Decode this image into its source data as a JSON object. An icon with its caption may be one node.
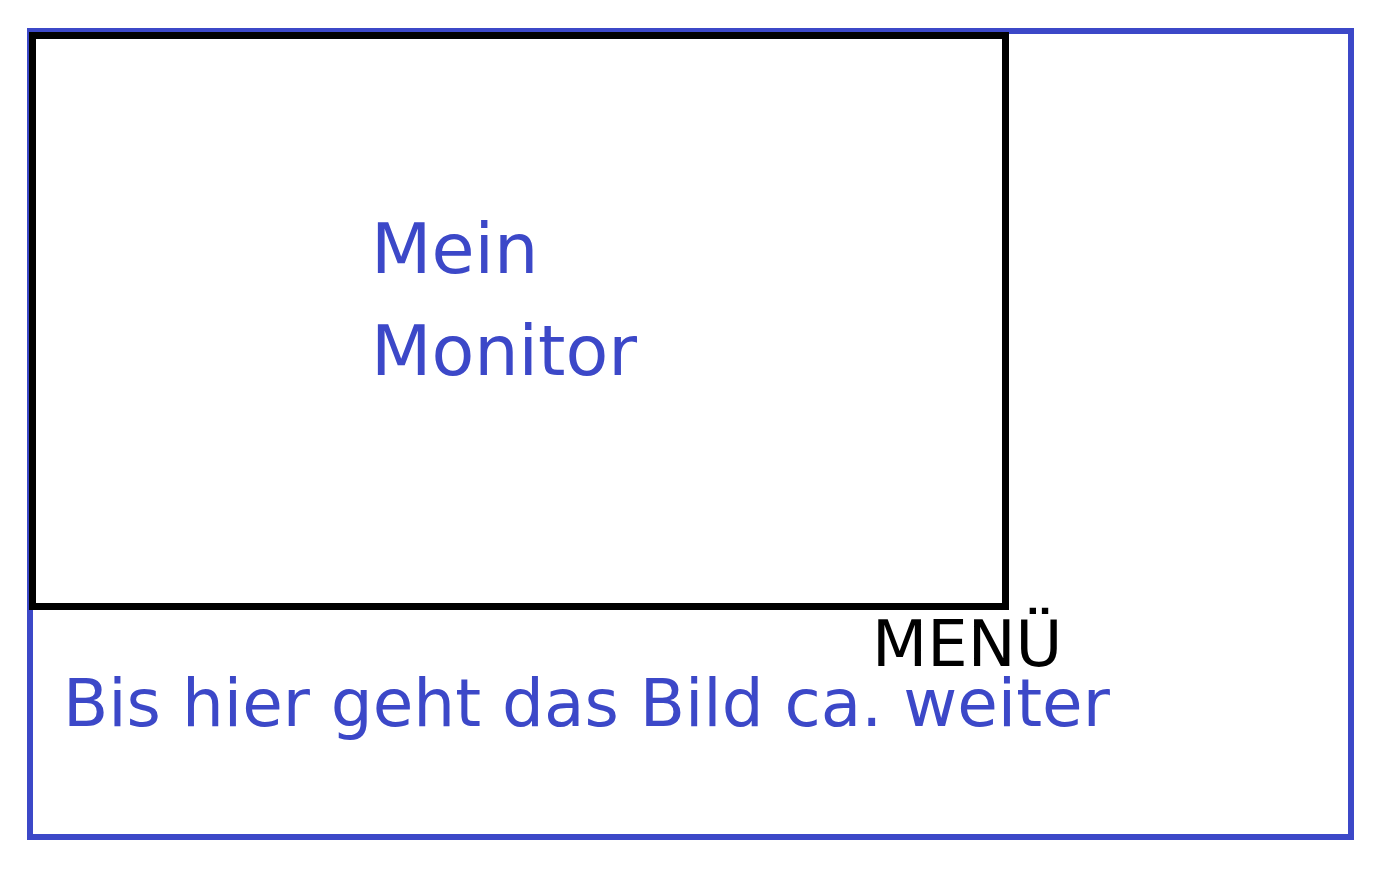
{
  "diagram": {
    "nodes": [
      {
        "text": [
          "Bis hier geht das Bild ca. weiter"
        ]
      },
      {
        "text": [
          "Mein Monitor"
        ],
        "in": 0
      }
    ],
    "labels": [
      "MENÜ"
    ]
  }
}
